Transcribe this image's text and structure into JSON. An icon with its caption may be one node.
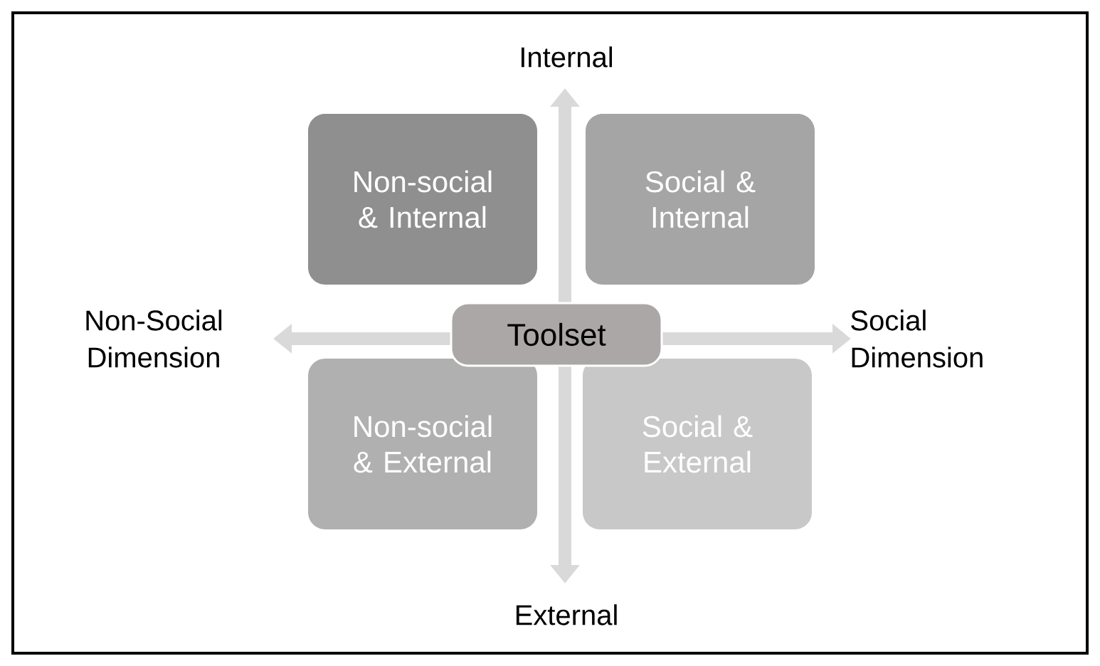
{
  "diagram": {
    "nodes": [
      {
        "text": [
          "Non-social & Internal"
        ]
      },
      {
        "text": [
          "Social & Internal"
        ]
      },
      {
        "text": [
          "Non-social & External"
        ]
      },
      {
        "text": [
          "Social & External"
        ]
      },
      {
        "text": [
          "Toolset"
        ]
      }
    ],
    "edges": [],
    "labels": [
      "Internal",
      "Non-Social Dimension",
      "Social Dimension",
      "External"
    ]
  }
}
